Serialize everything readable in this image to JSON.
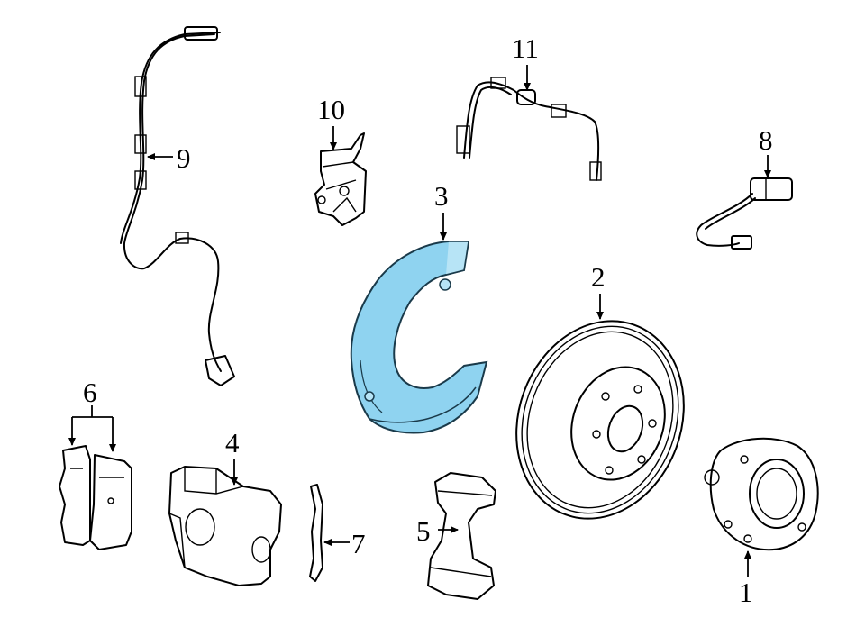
{
  "callouts": [
    {
      "id": "1",
      "label": "1"
    },
    {
      "id": "2",
      "label": "2"
    },
    {
      "id": "3",
      "label": "3"
    },
    {
      "id": "4",
      "label": "4"
    },
    {
      "id": "5",
      "label": "5"
    },
    {
      "id": "6",
      "label": "6"
    },
    {
      "id": "7",
      "label": "7"
    },
    {
      "id": "8",
      "label": "8"
    },
    {
      "id": "9",
      "label": "9"
    },
    {
      "id": "10",
      "label": "10"
    },
    {
      "id": "11",
      "label": "11"
    }
  ],
  "colors": {
    "ink": "#000000",
    "background": "#ffffff",
    "highlight_fill": "#8fd3f0",
    "highlight_stroke": "#1a3a4a"
  },
  "highlighted_part": "3"
}
